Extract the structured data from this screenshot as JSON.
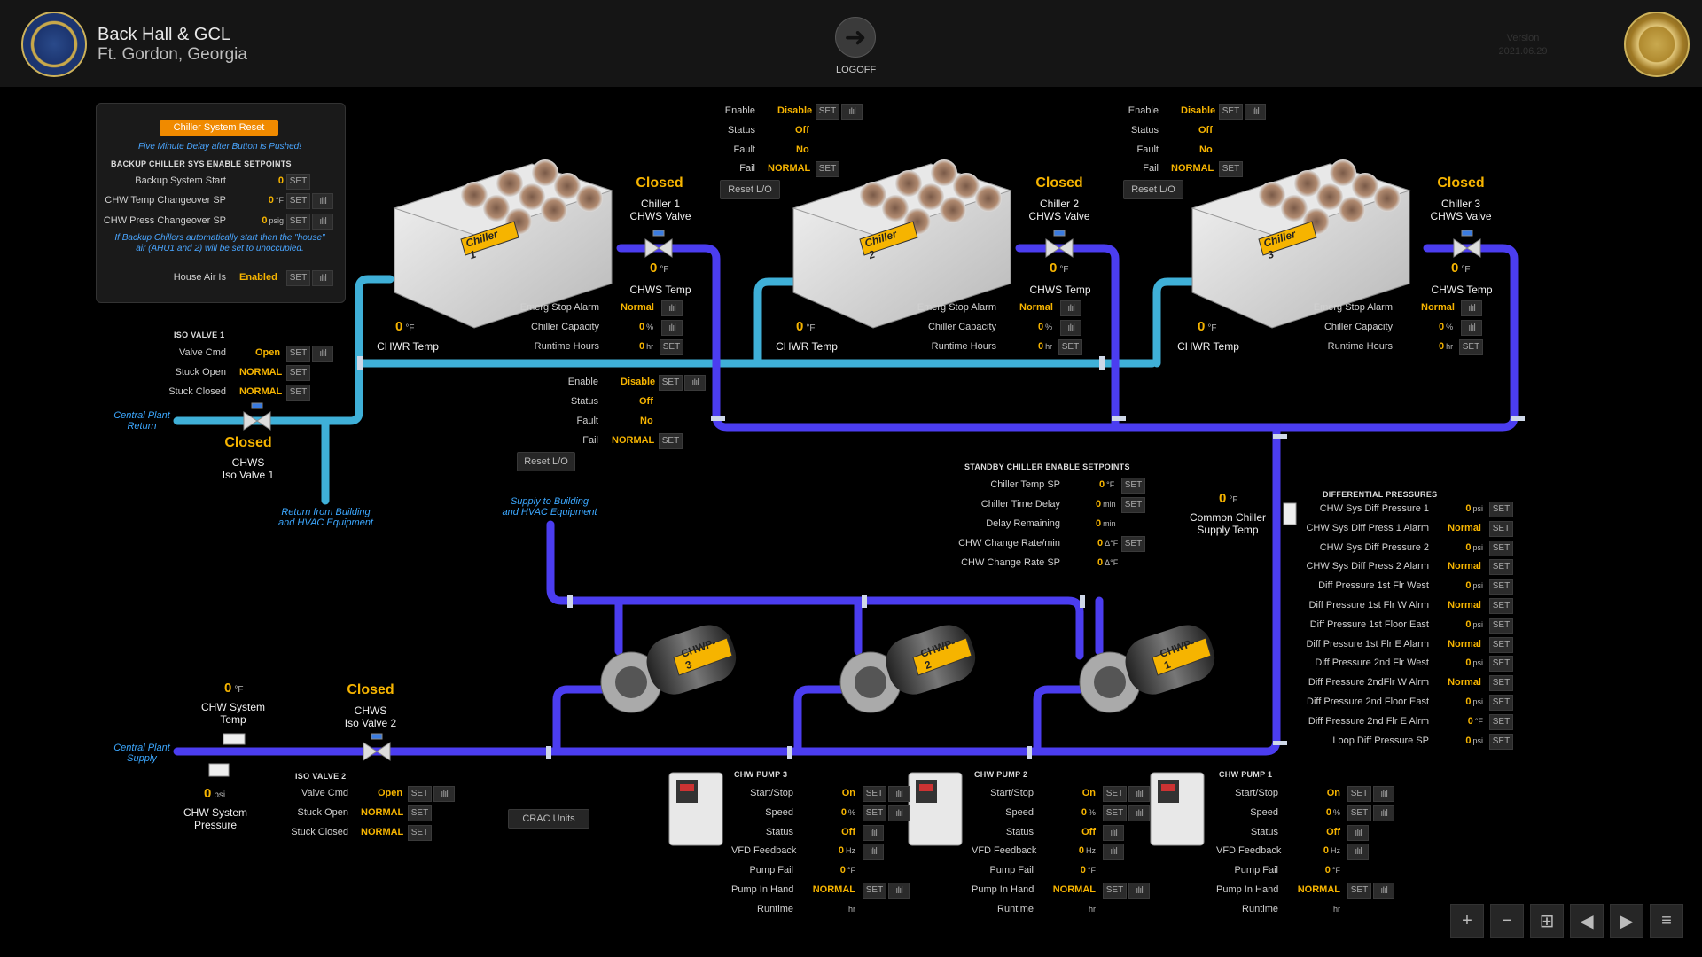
{
  "header": {
    "site_title": "Back Hall & GCL",
    "site_subtitle": "Ft. Gordon, Georgia",
    "logoff_label": "LOGOFF",
    "version_label": "Version",
    "version_date": "2021.06.29"
  },
  "backup_panel": {
    "reset_button": "Chiller System Reset",
    "delay_note": "Five Minute Delay after Button is Pushed!",
    "section_title": "BACKUP CHILLER SYS ENABLE SETPOINTS",
    "rows": [
      {
        "label": "Backup System Start",
        "value": "0",
        "unit": ""
      },
      {
        "label": "CHW Temp Changeover SP",
        "value": "0",
        "unit": "°F"
      },
      {
        "label": "CHW Press Changeover SP",
        "value": "0",
        "unit": "psig"
      }
    ],
    "info_note": "If Backup Chillers automatically start then the \"house\" air (AHU1 and 2) will be set to unoccupied.",
    "house_air_label": "House Air Is",
    "house_air_value": "Enabled"
  },
  "iso_valve_1": {
    "title": "ISO VALVE 1",
    "rows": [
      {
        "label": "Valve Cmd",
        "value": "Open"
      },
      {
        "label": "Stuck Open",
        "value": "NORMAL"
      },
      {
        "label": "Stuck Closed",
        "value": "NORMAL"
      }
    ],
    "state": "Closed",
    "name_line1": "CHWS",
    "name_line2": "Iso Valve 1"
  },
  "iso_valve_2": {
    "title": "ISO VALVE 2",
    "rows": [
      {
        "label": "Valve Cmd",
        "value": "Open"
      },
      {
        "label": "Stuck Open",
        "value": "NORMAL"
      },
      {
        "label": "Stuck Closed",
        "value": "NORMAL"
      }
    ],
    "state": "Closed",
    "name_line1": "CHWS",
    "name_line2": "Iso Valve 2"
  },
  "plant_labels": {
    "central_return_1": "Central Plant",
    "central_return_2": "Return",
    "return_building_1": "Return from Building",
    "return_building_2": "and HVAC Equipment",
    "supply_building_1": "Supply to Building",
    "supply_building_2": "and HVAC Equipment",
    "central_supply_1": "Central Plant",
    "central_supply_2": "Supply"
  },
  "chillers": [
    {
      "name": "Chiller 1",
      "enable": "Disable",
      "status": "Off",
      "fault": "No",
      "fail": "NORMAL",
      "valve_state": "Closed",
      "valve_name_1": "Chiller 1",
      "valve_name_2": "CHWS Valve",
      "chws_temp": "0",
      "chwr_temp": "0",
      "emerg_stop": "Normal",
      "capacity": "0",
      "runtime": "0"
    },
    {
      "name": "Chiller 2",
      "enable": "Disable",
      "status": "Off",
      "fault": "No",
      "fail": "NORMAL",
      "valve_state": "Closed",
      "valve_name_1": "Chiller 2",
      "valve_name_2": "CHWS Valve",
      "chws_temp": "0",
      "chwr_temp": "0",
      "emerg_stop": "Normal",
      "capacity": "0",
      "runtime": "0"
    },
    {
      "name": "Chiller 3",
      "enable": "Disable",
      "status": "Off",
      "fault": "No",
      "fail": "NORMAL",
      "valve_state": "Closed",
      "valve_name_1": "Chiller 3",
      "valve_name_2": "CHWS Valve",
      "chws_temp": "0",
      "chwr_temp": "0",
      "emerg_stop": "Normal",
      "capacity": "0",
      "runtime": "0"
    }
  ],
  "chiller_labels": {
    "enable": "Enable",
    "status": "Status",
    "fault": "Fault",
    "fail": "Fail",
    "reset": "Reset L/O",
    "chws_temp": "CHWS Temp",
    "chwr_temp": "CHWR Temp",
    "emerg_stop": "Emerg Stop Alarm",
    "capacity": "Chiller Capacity",
    "runtime": "Runtime Hours",
    "unit_f": "°F",
    "unit_pct": "%",
    "unit_hr": "hr"
  },
  "standby": {
    "title": "STANDBY CHILLER ENABLE SETPOINTS",
    "rows": [
      {
        "label": "Chiller Temp SP",
        "value": "0",
        "unit": "°F",
        "set": true
      },
      {
        "label": "Chiller Time Delay",
        "value": "0",
        "unit": "min",
        "set": true
      },
      {
        "label": "Delay Remaining",
        "value": "0",
        "unit": "min",
        "set": false
      },
      {
        "label": "CHW Change Rate/min",
        "value": "0",
        "unit": "Δ°F",
        "set": true
      },
      {
        "label": "CHW Change Rate SP",
        "value": "0",
        "unit": "Δ°F",
        "set": false
      }
    ]
  },
  "common_supply": {
    "value": "0",
    "unit": "°F",
    "label_1": "Common Chiller",
    "label_2": "Supply Temp"
  },
  "diff_pressures": {
    "title": "DIFFERENTIAL PRESSURES",
    "rows": [
      {
        "label": "CHW Sys Diff Pressure 1",
        "value": "0",
        "unit": "psi"
      },
      {
        "label": "CHW Sys Diff Press 1 Alarm",
        "value": "Normal",
        "unit": ""
      },
      {
        "label": "CHW Sys Diff Pressure 2",
        "value": "0",
        "unit": "psi"
      },
      {
        "label": "CHW Sys Diff Press 2 Alarm",
        "value": "Normal",
        "unit": ""
      },
      {
        "label": "Diff Pressure 1st Flr West",
        "value": "0",
        "unit": "psi"
      },
      {
        "label": "Diff Pressure 1st Flr W Alrm",
        "value": "Normal",
        "unit": ""
      },
      {
        "label": "Diff Pressure 1st Floor East",
        "value": "0",
        "unit": "psi"
      },
      {
        "label": "Diff Pressure 1st Flr E Alarm",
        "value": "Normal",
        "unit": ""
      },
      {
        "label": "Diff Pressure 2nd Flr West",
        "value": "0",
        "unit": "psi"
      },
      {
        "label": "Diff Pressure 2ndFlr W Alrm",
        "value": "Normal",
        "unit": ""
      },
      {
        "label": "Diff Pressure 2nd Floor East",
        "value": "0",
        "unit": "psi"
      },
      {
        "label": "Diff Pressure 2nd Flr E Alrm",
        "value": "0",
        "unit": "°F"
      },
      {
        "label": "Loop Diff Pressure SP",
        "value": "0",
        "unit": "psi"
      }
    ]
  },
  "chw_system": {
    "temp_value": "0",
    "temp_unit": "°F",
    "temp_label_1": "CHW System",
    "temp_label_2": "Temp",
    "press_value": "0",
    "press_unit": "psi",
    "press_label_1": "CHW System",
    "press_label_2": "Pressure"
  },
  "crac_button": "CRAC Units",
  "pumps": [
    {
      "tag": "CHWP-3",
      "title": "CHW PUMP 3",
      "start_stop": "On",
      "speed": "0",
      "status": "Off",
      "vfd": "0",
      "pump_fail": "0",
      "in_hand": "NORMAL",
      "runtime": ""
    },
    {
      "tag": "CHWP-2",
      "title": "CHW PUMP 2",
      "start_stop": "On",
      "speed": "0",
      "status": "Off",
      "vfd": "0",
      "pump_fail": "0",
      "in_hand": "NORMAL",
      "runtime": ""
    },
    {
      "tag": "CHWP-1",
      "title": "CHW PUMP 1",
      "start_stop": "On",
      "speed": "0",
      "status": "Off",
      "vfd": "0",
      "pump_fail": "0",
      "in_hand": "NORMAL",
      "runtime": ""
    }
  ],
  "pump_labels": {
    "start_stop": "Start/Stop",
    "speed": "Speed",
    "status": "Status",
    "vfd": "VFD Feedback",
    "pump_fail": "Pump Fail",
    "in_hand": "Pump In Hand",
    "runtime": "Runtime",
    "unit_pct": "%",
    "unit_hz": "Hz",
    "unit_f": "°F",
    "unit_hr": "hr"
  },
  "common": {
    "set": "SET",
    "trend": "ıIıl"
  },
  "nav": {
    "zoom_in": "+",
    "zoom_out": "−",
    "grid": "⊞",
    "prev": "◀",
    "next": "▶",
    "menu": "≡"
  },
  "colors": {
    "value": "#f6b400",
    "pipe_supply": "#4b3df0",
    "pipe_return": "#3fb0d8",
    "accent": "#f08a00"
  }
}
